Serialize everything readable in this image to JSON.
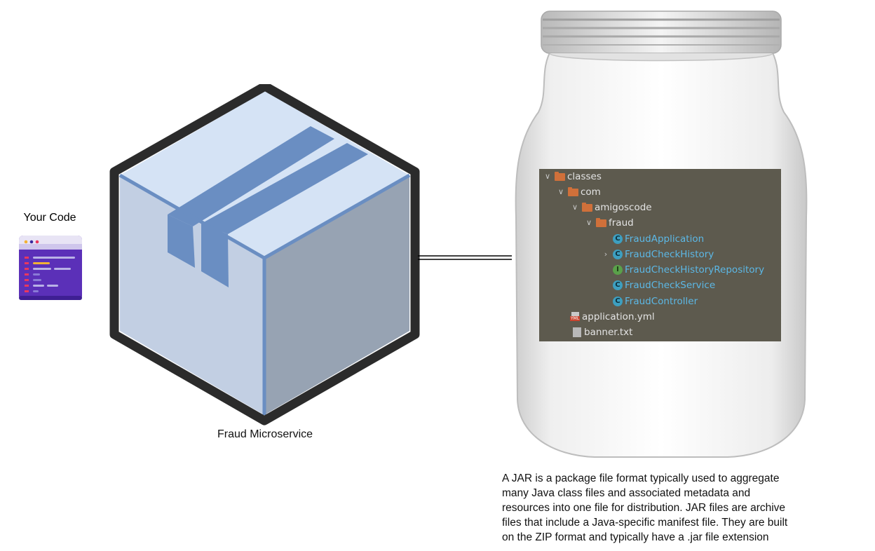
{
  "code_section": {
    "label": "Your Code",
    "icon": "code-editor-icon"
  },
  "box_section": {
    "caption": "Fraud Microservice",
    "icon": "package-box-icon",
    "colors": {
      "top": "#d5e3f5",
      "left": "#c2cfe3",
      "right": "#97a3b3",
      "tape": "#6a8ec2",
      "outline": "#2b2b2b"
    }
  },
  "jar_section": {
    "icon": "glass-jar-icon",
    "tree": [
      {
        "label": "classes",
        "kind": "folder",
        "expanded": true
      },
      {
        "label": "com",
        "kind": "folder",
        "expanded": true
      },
      {
        "label": "amigoscode",
        "kind": "folder",
        "expanded": true
      },
      {
        "label": "fraud",
        "kind": "folder",
        "expanded": true
      },
      {
        "label": "FraudApplication",
        "kind": "class"
      },
      {
        "label": "FraudCheckHistory",
        "kind": "class",
        "collapsed": true
      },
      {
        "label": "FraudCheckHistoryRepository",
        "kind": "interface"
      },
      {
        "label": "FraudCheckService",
        "kind": "class"
      },
      {
        "label": "FraudController",
        "kind": "class"
      },
      {
        "label": "application.yml",
        "kind": "yml-file"
      },
      {
        "label": "banner.txt",
        "kind": "text-file"
      }
    ],
    "tree_background": "#5d5a4e"
  },
  "description": {
    "line1": "A JAR is a package file format typically used to aggregate",
    "line2": "many Java class files and associated metadata and",
    "line3": "resources into one file for distribution. JAR files are archive",
    "line4": "files that include a Java-specific manifest file. They are built",
    "line5": "on the ZIP format and typically have a .jar file extension"
  }
}
